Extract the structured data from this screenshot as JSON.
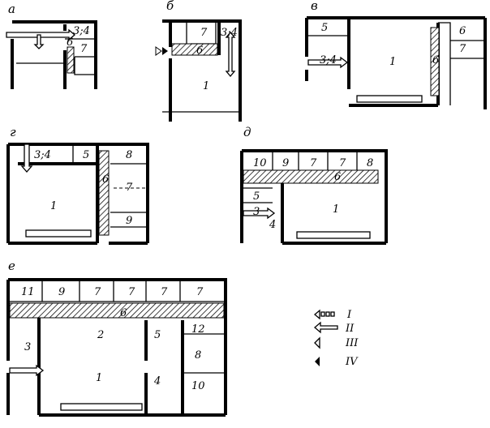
{
  "panels": [
    {
      "label": "а",
      "rooms": [
        "3;4",
        "7",
        "6"
      ]
    },
    {
      "label": "б",
      "rooms": [
        "7",
        "3;4",
        "6",
        "1"
      ]
    },
    {
      "label": "в",
      "rooms": [
        "5",
        "3;4",
        "1",
        "6",
        "6",
        "7"
      ]
    },
    {
      "label": "г",
      "rooms": [
        "3;4",
        "5",
        "8",
        "6",
        "7",
        "1",
        "9"
      ]
    },
    {
      "label": "д",
      "rooms": [
        "10",
        "9",
        "7",
        "7",
        "8",
        "6",
        "5",
        "3",
        "4",
        "1"
      ]
    },
    {
      "label": "е",
      "rooms": [
        "11",
        "9",
        "7",
        "7",
        "7",
        "7",
        "6",
        "2",
        "5",
        "12",
        "3",
        "8",
        "1",
        "4",
        "10"
      ]
    }
  ],
  "legend": [
    {
      "symbol": "dotted-arrow",
      "label": "I"
    },
    {
      "symbol": "hollow-arrow",
      "label": "II"
    },
    {
      "symbol": "open-triangle",
      "label": "III"
    },
    {
      "symbol": "filled-triangle",
      "label": "IV"
    }
  ]
}
